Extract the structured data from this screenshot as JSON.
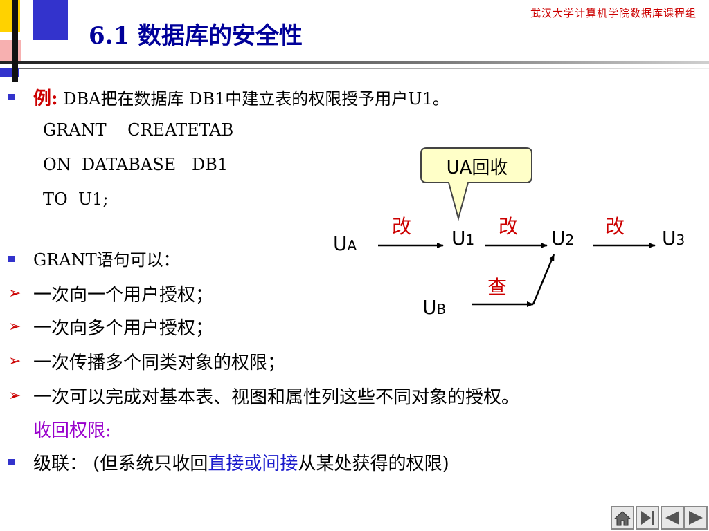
{
  "header": {
    "course": "武汉大学计算机学院数据库课程组",
    "title": "6.1 数据库的安全性"
  },
  "example": {
    "label": "例:",
    "text": " DBA把在数据库 DB1中建立表的权限授予用户U1。",
    "code": [
      "GRANT    CREATETAB",
      "ON  DATABASE   DB1",
      "TO  U1;"
    ]
  },
  "grant_intro": "GRANT语句可以：",
  "grant_points": [
    "一次向一个用户授权；",
    "一次向多个用户授权；",
    "一次传播多个同类对象的权限；",
    "一次可以完成对基本表、视图和属性列这些不同对象的授权。"
  ],
  "revoke": {
    "title": "收回权限:",
    "cascade_prefix": "级联：  (但系统只收回",
    "cascade_highlight": "直接或间接",
    "cascade_suffix": "从某处获得的权限)"
  },
  "diagram": {
    "callout": "UA回收",
    "nodes": {
      "ua": {
        "base": "U",
        "sub": "A"
      },
      "u1": {
        "base": "U",
        "sub": "1"
      },
      "u2": {
        "base": "U",
        "sub": "2"
      },
      "u3": {
        "base": "U",
        "sub": "3"
      },
      "ub": {
        "base": "U",
        "sub": "B"
      }
    },
    "edges": {
      "ua_u1": "改",
      "u1_u2": "改",
      "u2_u3": "改",
      "ub_u2": "查"
    }
  },
  "colors": {
    "title": "#000099",
    "accent_red": "#cc0000",
    "bullet_blue": "#3333cc",
    "purple": "#9900cc",
    "highlight_blue": "#1a1acc"
  },
  "nav_icons": [
    "home-icon",
    "last-slide-icon",
    "previous-slide-icon",
    "next-slide-icon"
  ]
}
